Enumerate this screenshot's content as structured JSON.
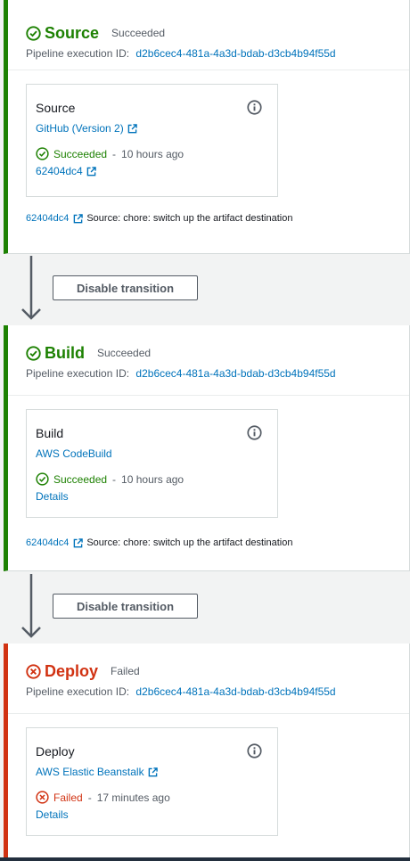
{
  "execution_label": "Pipeline execution ID:",
  "stages": [
    {
      "name": "Source",
      "status": "Succeeded",
      "execution_id": "d2b6cec4-481a-4a3d-bdab-d3cb4b94f55d",
      "action": {
        "name": "Source",
        "provider": "GitHub (Version 2)",
        "status": "Succeeded",
        "separator": "-",
        "time": "10 hours ago",
        "sub_link": "62404dc4"
      },
      "revision": {
        "id": "62404dc4",
        "message": "Source: chore: switch up the artifact destination"
      }
    },
    {
      "name": "Build",
      "status": "Succeeded",
      "execution_id": "d2b6cec4-481a-4a3d-bdab-d3cb4b94f55d",
      "action": {
        "name": "Build",
        "provider": "AWS CodeBuild",
        "status": "Succeeded",
        "separator": "-",
        "time": "10 hours ago",
        "sub_link": "Details"
      },
      "revision": {
        "id": "62404dc4",
        "message": "Source: chore: switch up the artifact destination"
      }
    },
    {
      "name": "Deploy",
      "status": "Failed",
      "execution_id": "d2b6cec4-481a-4a3d-bdab-d3cb4b94f55d",
      "action": {
        "name": "Deploy",
        "provider": "AWS Elastic Beanstalk",
        "status": "Failed",
        "separator": "-",
        "time": "17 minutes ago",
        "sub_link": "Details"
      }
    }
  ],
  "transitions": [
    {
      "label": "Disable transition"
    },
    {
      "label": "Disable transition"
    }
  ],
  "colors": {
    "success": "#1d8102",
    "failed": "#d13212",
    "link": "#0073bb",
    "arrow": "#545b64"
  },
  "icons": {
    "success": "check-circle-icon",
    "failed": "x-circle-icon",
    "info": "info-circle-icon",
    "external": "external-link-icon",
    "arrow": "arrow-down-icon"
  }
}
